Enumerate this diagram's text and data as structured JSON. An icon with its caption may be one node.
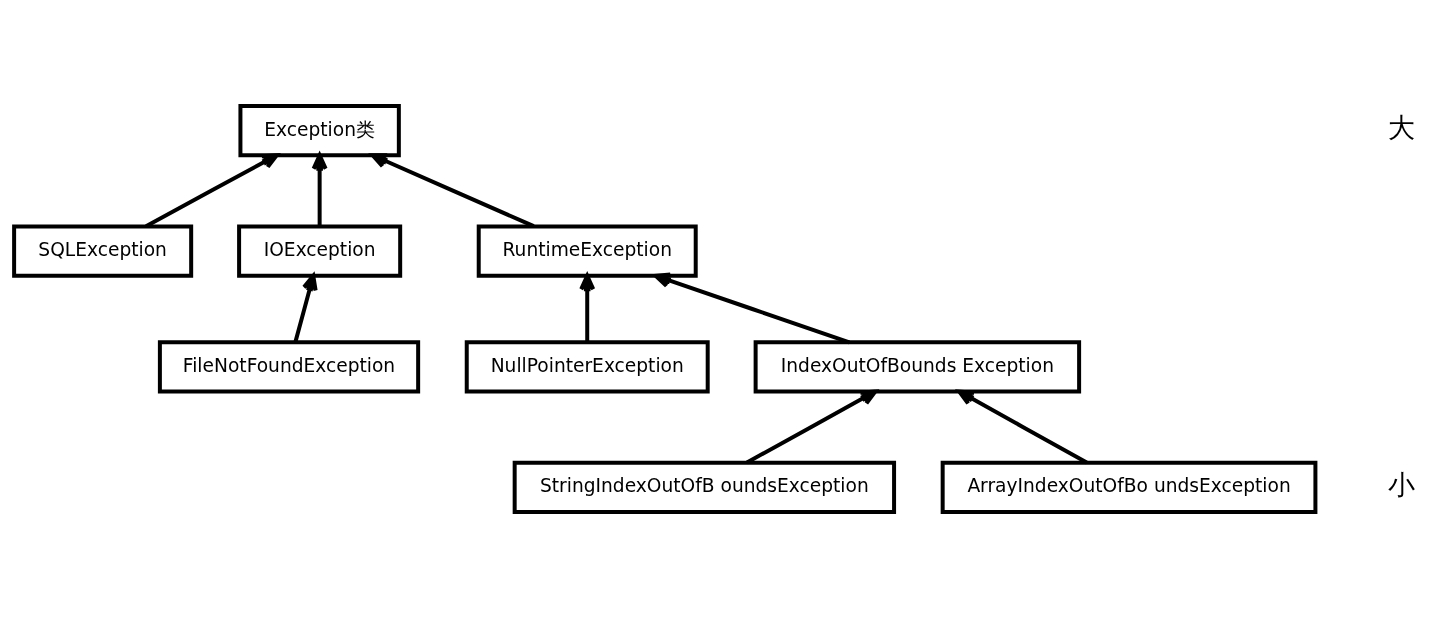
{
  "diagram": {
    "nodes": [
      {
        "text": [
          "Exception类"
        ]
      },
      {
        "text": [
          "SQLException"
        ]
      },
      {
        "text": [
          "IOException"
        ]
      },
      {
        "text": [
          "RuntimeException"
        ]
      },
      {
        "text": [
          "FileNotFoundException"
        ]
      },
      {
        "text": [
          "NullPointerException"
        ]
      },
      {
        "text": [
          "IndexOutOfBounds Exception"
        ]
      },
      {
        "text": [
          "StringIndexOutOfB oundsException"
        ]
      },
      {
        "text": [
          "ArrayIndexOutOfBo undsException"
        ]
      }
    ],
    "edges": [
      {
        "from": 1,
        "to": 0,
        "arrow": "to"
      },
      {
        "from": 2,
        "to": 0,
        "arrow": "to"
      },
      {
        "from": 3,
        "to": 0,
        "arrow": "to"
      },
      {
        "from": 4,
        "to": 2,
        "arrow": "to"
      },
      {
        "from": 5,
        "to": 3,
        "arrow": "to"
      },
      {
        "from": 6,
        "to": 3,
        "arrow": "to"
      },
      {
        "from": 7,
        "to": 6,
        "arrow": "to"
      },
      {
        "from": 8,
        "to": 6,
        "arrow": "to"
      }
    ],
    "labels": [
      "大",
      "小"
    ]
  }
}
